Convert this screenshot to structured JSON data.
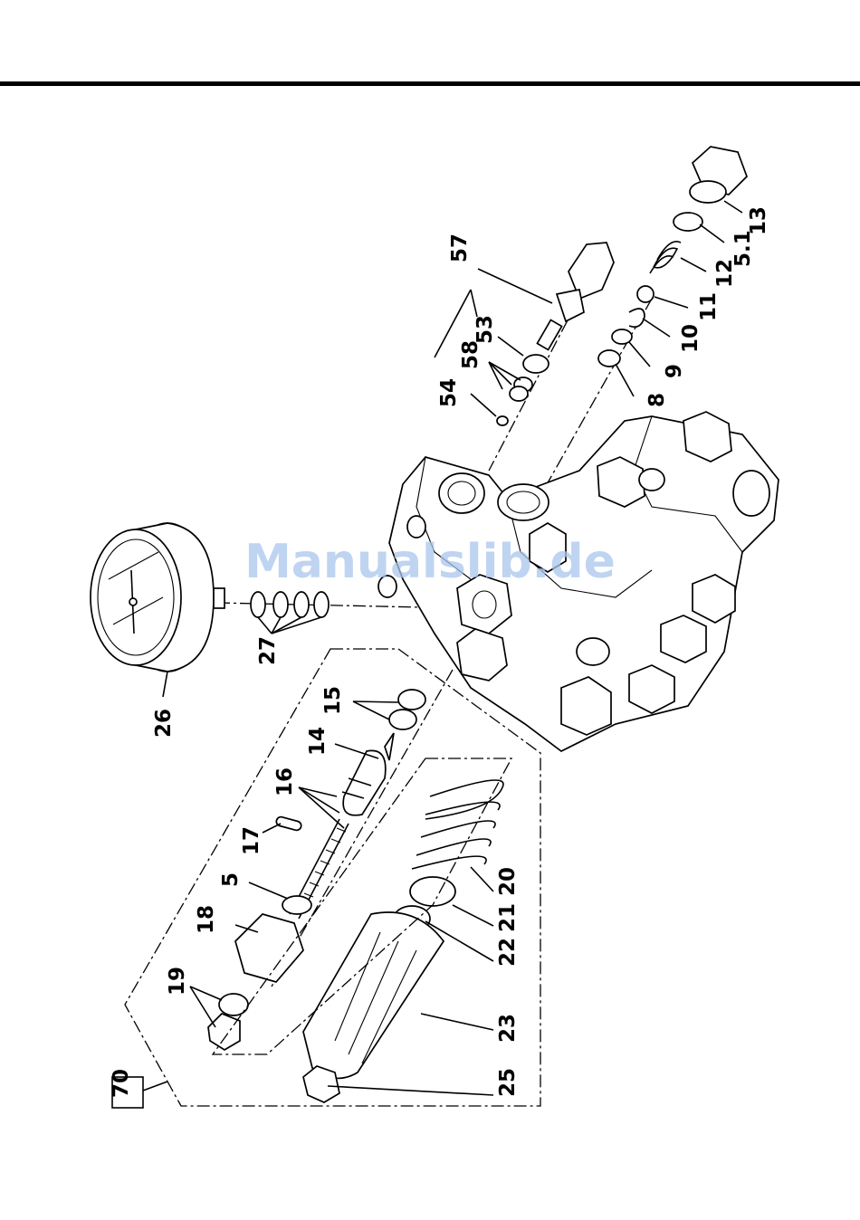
{
  "watermark": "Manualslib.de",
  "assembly_box_label": "70",
  "callouts": {
    "c57": "57",
    "c53": "53",
    "c58": "58",
    "c54": "54",
    "c13": "13",
    "c5_1": "5.1",
    "c12": "12",
    "c11": "11",
    "c10": "10",
    "c9": "9",
    "c8": "8",
    "c27": "27",
    "c26": "26",
    "c15": "15",
    "c14": "14",
    "c16": "16",
    "c17": "17",
    "c5": "5",
    "c18": "18",
    "c19": "19",
    "c20": "20",
    "c21": "21",
    "c22": "22",
    "c23": "23",
    "c25": "25"
  }
}
